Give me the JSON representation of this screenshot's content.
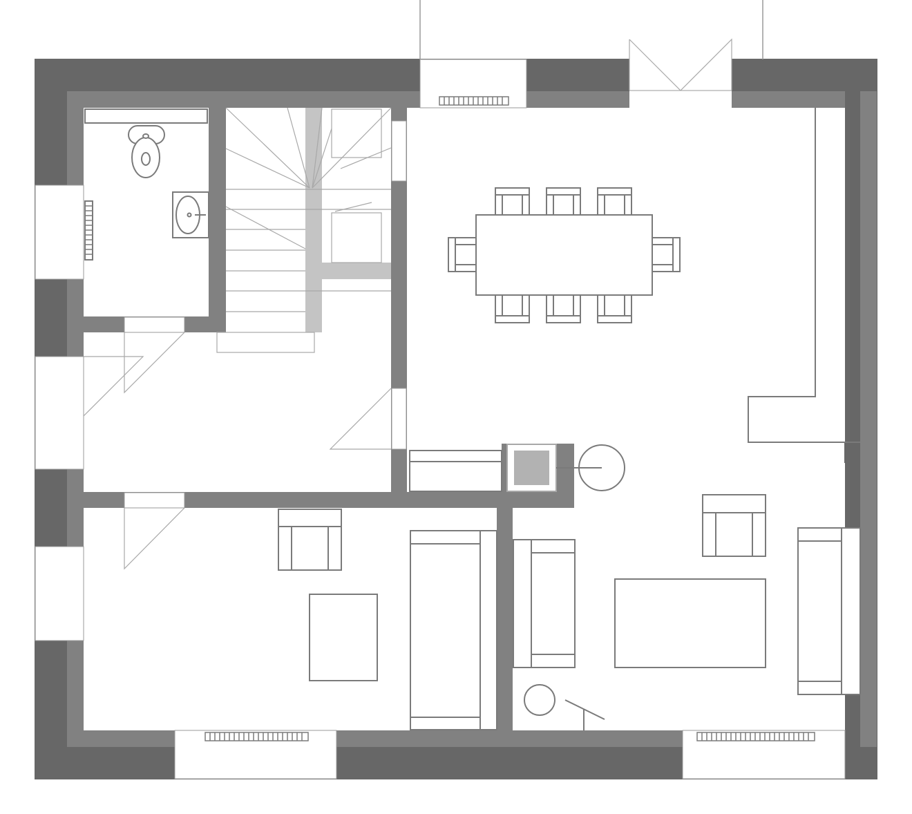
{
  "drawing": {
    "type": "architectural-floor-plan",
    "rooms": [
      "bathroom",
      "staircase",
      "entrance-hall",
      "dining-area",
      "kitchen",
      "bedroom",
      "living-room"
    ],
    "dining_chairs": 8,
    "text_labels": []
  },
  "colors": {
    "background": "#ffffff",
    "outer_wall": "#676767",
    "inner_wall": "#818181",
    "furniture_stroke": "#7a7a7a",
    "light_line": "#a8a8a8",
    "stair_stringer": "#c4c4c4",
    "stove_fill": "#b2b2b2"
  }
}
